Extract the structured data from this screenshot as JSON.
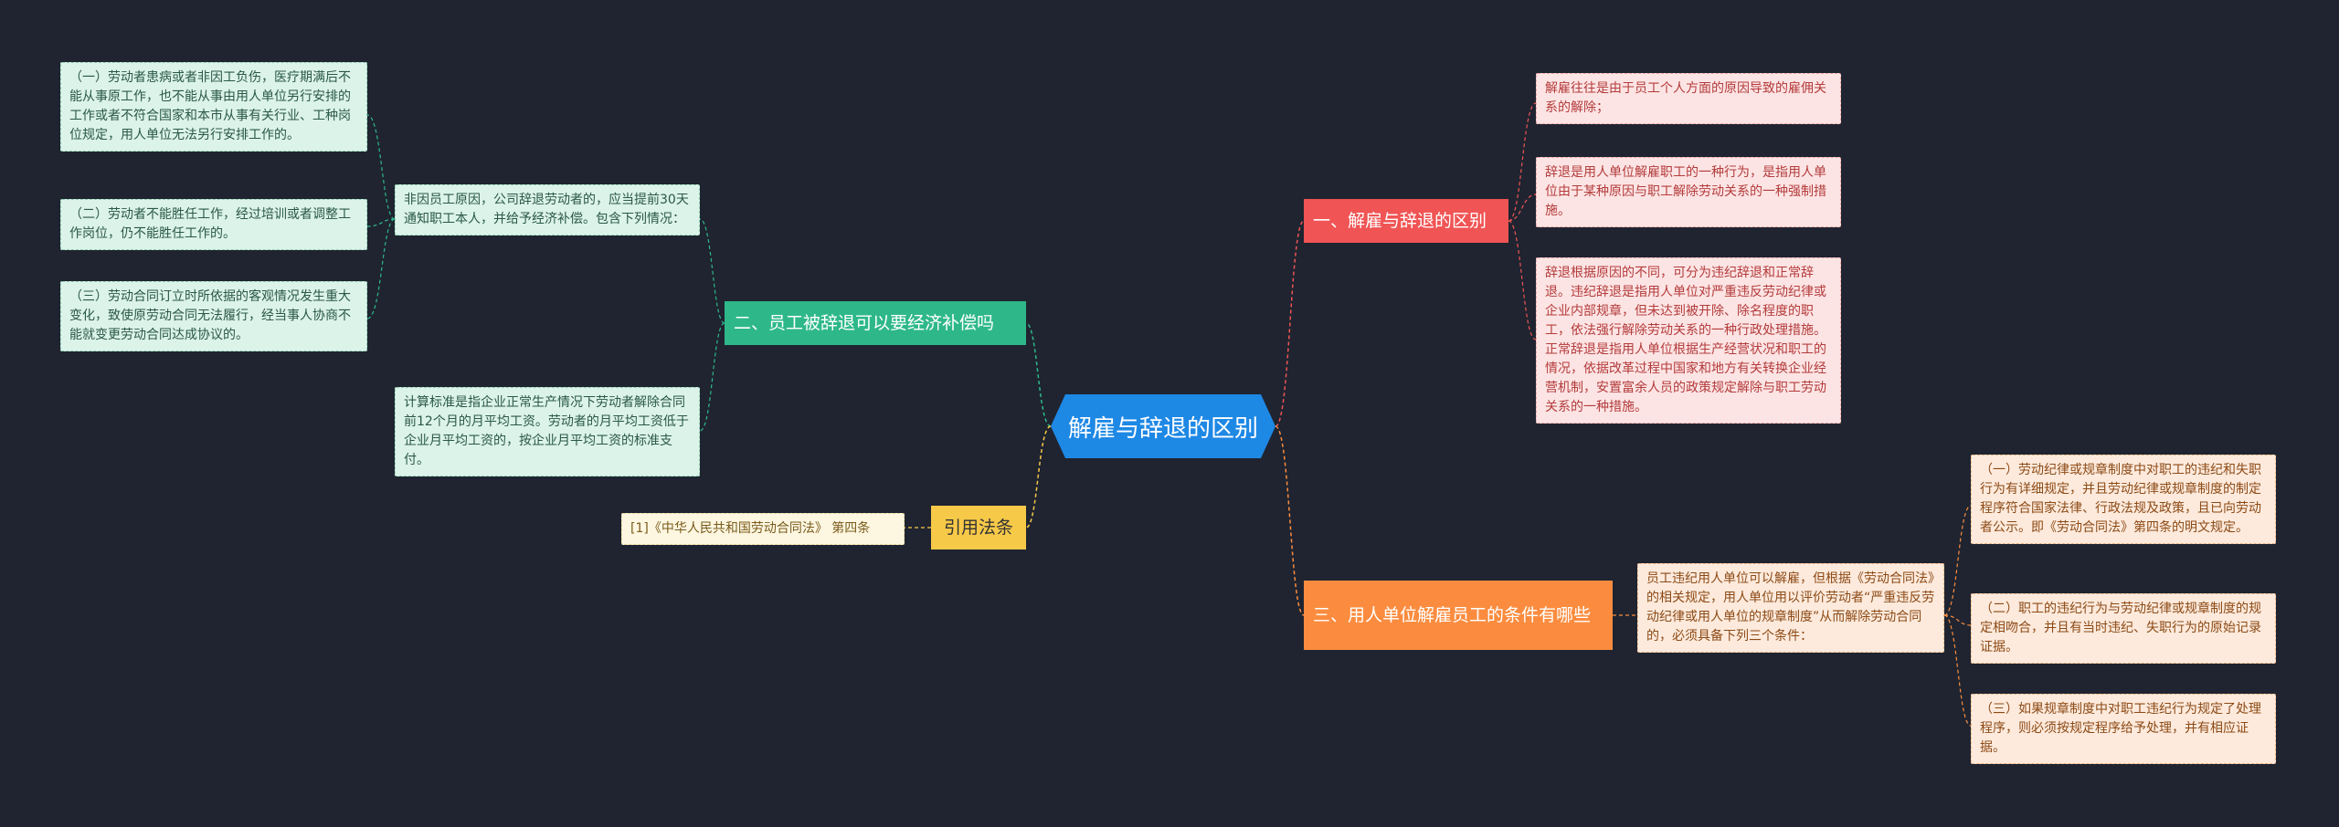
{
  "center": {
    "label": "解雇与辞退的区别"
  },
  "branches": {
    "b1": {
      "title": "一、解雇与辞退的区别",
      "items": [
        "解雇往往是由于员工个人方面的原因导致的雇佣关系的解除；",
        "辞退是用人单位解雇职工的一种行为，是指用人单位由于某种原因与职工解除劳动关系的一种强制措施。",
        "辞退根据原因的不同，可分为违纪辞退和正常辞退。违纪辞退是指用人单位对严重违反劳动纪律或企业内部规章，但未达到被开除、除名程度的职工，依法强行解除劳动关系的一种行政处理措施。正常辞退是指用人单位根据生产经营状况和职工的情况，依据改革过程中国家和地方有关转换企业经营机制，安置富余人员的政策规定解除与职工劳动关系的一种措施。"
      ]
    },
    "b2": {
      "title": "二、员工被辞退可以要经济补偿吗",
      "mid1": "非因员工原因，公司辞退劳动者的，应当提前30天通知职工本人，并给予经济补偿。包含下列情况：",
      "mid2": "计算标准是指企业正常生产情况下劳动者解除合同前12个月的月平均工资。劳动者的月平均工资低于企业月平均工资的，按企业月平均工资的标准支付。",
      "items": [
        "（一）劳动者患病或者非因工负伤，医疗期满后不能从事原工作，也不能从事由用人单位另行安排的工作或者不符合国家和本市从事有关行业、工种岗位规定，用人单位无法另行安排工作的。",
        "（二）劳动者不能胜任工作，经过培训或者调整工作岗位，仍不能胜任工作的。",
        "（三）劳动合同订立时所依据的客观情况发生重大变化，致使原劳动合同无法履行，经当事人协商不能就变更劳动合同达成协议的。"
      ]
    },
    "b3": {
      "title": "引用法条",
      "item": "[1]《中华人民共和国劳动合同法》 第四条"
    },
    "b4": {
      "title": "三、用人单位解雇员工的条件有哪些",
      "mid": "员工违纪用人单位可以解雇，但根据《劳动合同法》的相关规定，用人单位用以评价劳动者“严重违反劳动纪律或用人单位的规章制度”从而解除劳动合同的，必须具备下列三个条件：",
      "items": [
        "（一）劳动纪律或规章制度中对职工的违纪和失职行为有详细规定，并且劳动纪律或规章制度的制定程序符合国家法律、行政法规及政策，且已向劳动者公示。即《劳动合同法》第四条的明文规定。",
        "（二）职工的违纪行为与劳动纪律或规章制度的规定相吻合，并且有当时违纪、失职行为的原始记录证据。",
        "（三）如果规章制度中对职工违纪行为规定了处理程序，则必须按规定程序给予处理，并有相应证据。"
      ]
    }
  },
  "colors": {
    "background": "#1f2430",
    "center": "#1e88e5",
    "branch1": "#f05454",
    "branch2": "#2eb88a",
    "branch3": "#f7c948",
    "branch4": "#fb8c3f"
  }
}
